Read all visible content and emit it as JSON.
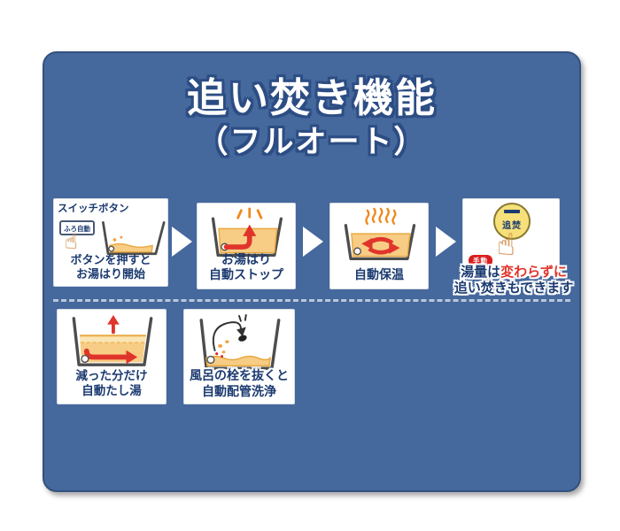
{
  "title": {
    "line1": "追い焚き機能",
    "line2": "（フルオート）"
  },
  "top_row": {
    "step1": {
      "heading": "スイッチボタン",
      "button_label": "ふろ自動",
      "caption_line1": "ボタンを押すと",
      "caption_line2": "お湯はり開始"
    },
    "step2": {
      "caption_line1": "お湯はり",
      "caption_line2": "自動ストップ"
    },
    "step3": {
      "caption": "自動保温"
    },
    "step4": {
      "badge": "手動",
      "button_label": "追焚",
      "note_line1_prefix": "湯量は",
      "note_line1_highlight": "変わらずに",
      "note_line2": "追い焚きもできます"
    }
  },
  "bottom_row": {
    "step5": {
      "caption_line1": "減った分だけ",
      "caption_line2": "自動たし湯"
    },
    "step6": {
      "caption_line1": "風呂の栓を抜くと",
      "caption_line2": "自動配管洗浄"
    }
  },
  "icons": {
    "hand": "☝"
  },
  "colors": {
    "card_blue": "#45689D",
    "navy_text": "#1B3A70",
    "accent_red": "#E0342B",
    "water_fill": "#F7CC85",
    "water_edge": "#E9A93F",
    "steam_orange": "#F0891D",
    "button_yellow": "#F7E07A",
    "badge_red": "#D81E1E"
  }
}
